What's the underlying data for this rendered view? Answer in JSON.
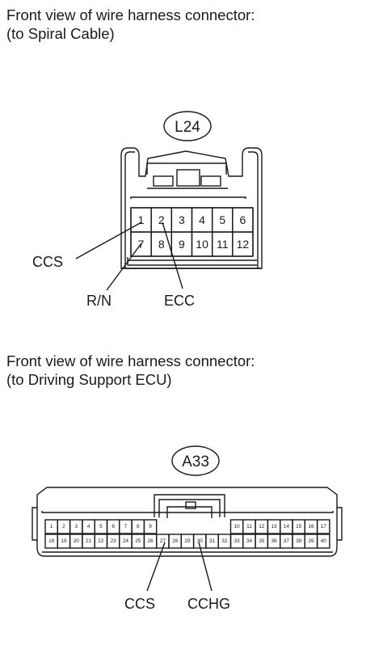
{
  "connector1": {
    "caption_line1": "Front view of wire harness connector:",
    "caption_line2": "(to Spiral Cable)",
    "code": "L24",
    "pins_row1": [
      "1",
      "2",
      "3",
      "4",
      "5",
      "6"
    ],
    "pins_row2": [
      "7",
      "8",
      "9",
      "10",
      "11",
      "12"
    ],
    "labels": {
      "ccs": "CCS",
      "rn": "R/N",
      "ecc": "ECC"
    }
  },
  "connector2": {
    "caption_line1": "Front view of wire harness connector:",
    "caption_line2": "(to Driving Support ECU)",
    "code": "A33",
    "pins_row1_left": [
      "1",
      "2",
      "3",
      "4",
      "5",
      "6",
      "7",
      "8",
      "9"
    ],
    "pins_row1_right": [
      "10",
      "11",
      "12",
      "13",
      "14",
      "15",
      "16",
      "17"
    ],
    "pins_row2": [
      "18",
      "19",
      "20",
      "21",
      "22",
      "23",
      "24",
      "25",
      "26",
      "27",
      "28",
      "29",
      "30",
      "31",
      "32",
      "33",
      "34",
      "35",
      "36",
      "37",
      "38",
      "39",
      "40"
    ],
    "labels": {
      "ccs": "CCS",
      "cchg": "CCHG"
    }
  }
}
